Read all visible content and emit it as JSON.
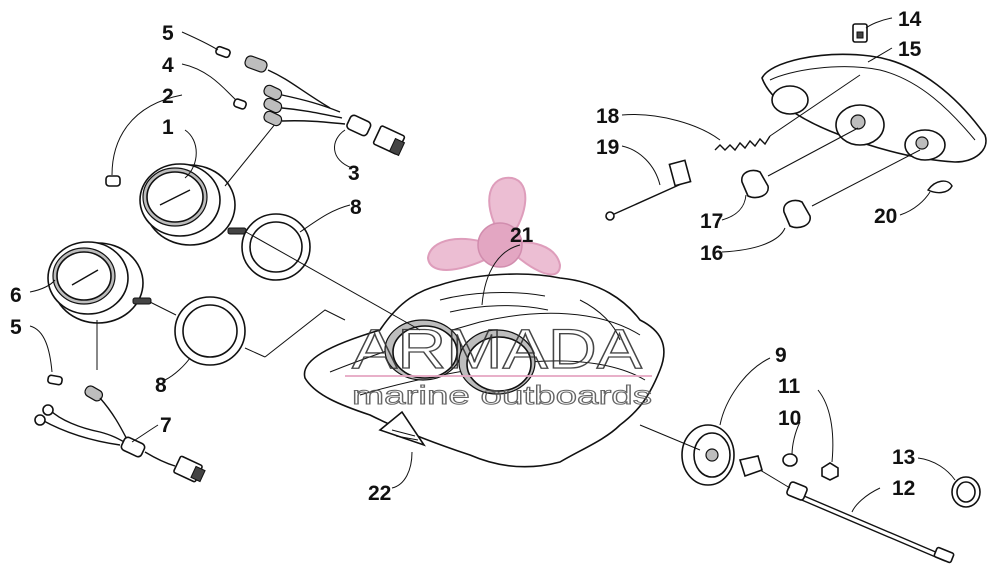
{
  "diagram": {
    "callouts": [
      {
        "id": "c1",
        "text": "1"
      },
      {
        "id": "c2",
        "text": "2"
      },
      {
        "id": "c3",
        "text": "3"
      },
      {
        "id": "c4",
        "text": "4"
      },
      {
        "id": "c5a",
        "text": "5"
      },
      {
        "id": "c5b",
        "text": "5"
      },
      {
        "id": "c6",
        "text": "6"
      },
      {
        "id": "c7",
        "text": "7"
      },
      {
        "id": "c8a",
        "text": "8"
      },
      {
        "id": "c8b",
        "text": "8"
      },
      {
        "id": "c9",
        "text": "9"
      },
      {
        "id": "c10",
        "text": "10"
      },
      {
        "id": "c11",
        "text": "11"
      },
      {
        "id": "c12",
        "text": "12"
      },
      {
        "id": "c13",
        "text": "13"
      },
      {
        "id": "c14",
        "text": "14"
      },
      {
        "id": "c15",
        "text": "15"
      },
      {
        "id": "c16",
        "text": "16"
      },
      {
        "id": "c17",
        "text": "17"
      },
      {
        "id": "c18",
        "text": "18"
      },
      {
        "id": "c19",
        "text": "19"
      },
      {
        "id": "c20",
        "text": "20"
      },
      {
        "id": "c21",
        "text": "21"
      },
      {
        "id": "c22",
        "text": "22"
      }
    ]
  },
  "watermark": {
    "title": "ARMADA",
    "subtitle": "marine outboards",
    "colors": {
      "propeller": "#e6a8c4",
      "hub": "#dc8fb2",
      "text_stroke": "#333333"
    }
  }
}
